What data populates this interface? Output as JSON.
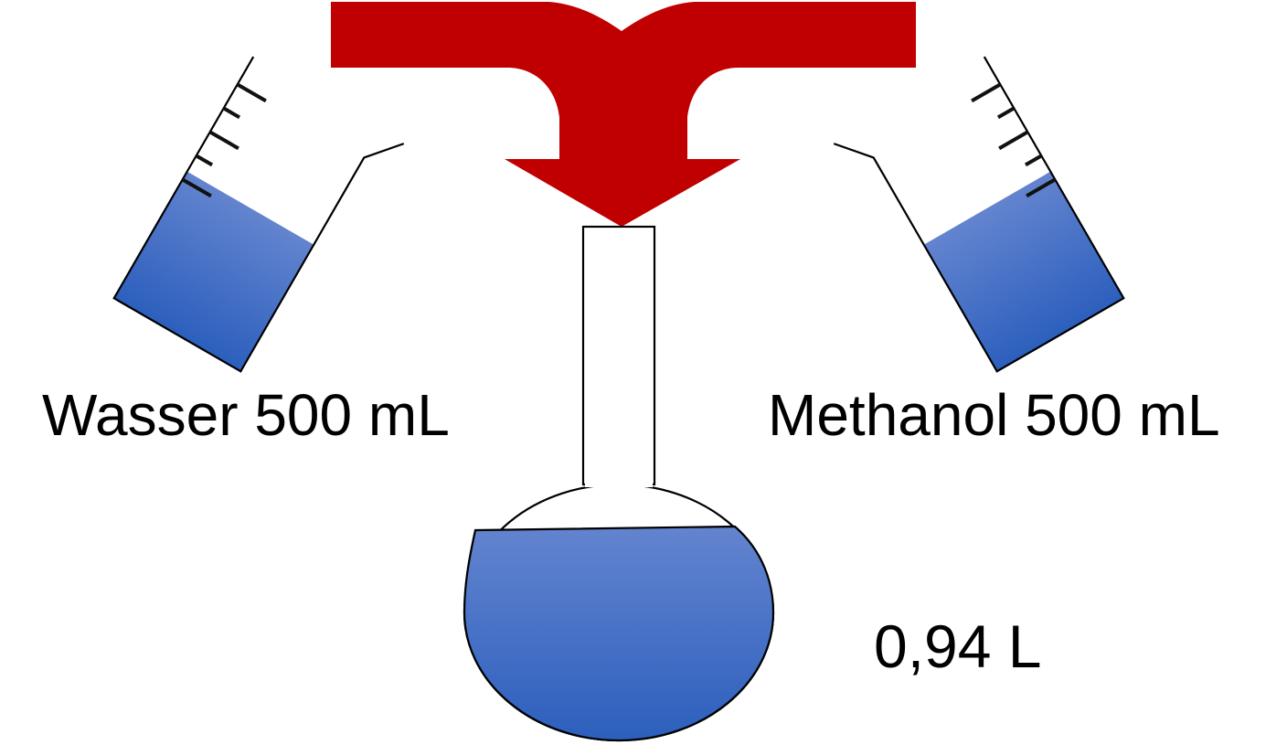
{
  "diagram": {
    "water_label": "Wasser 500 mL",
    "methanol_label": "Methanol 500 mL",
    "result_label": "0,94 L"
  },
  "colors": {
    "arrow": "#c00000",
    "liquid_top": "#6384cf",
    "liquid_bottom": "#2c5fbd",
    "outline": "#000000",
    "background": "#ffffff"
  },
  "icons": {
    "left_beaker": "beaker-icon",
    "right_beaker": "beaker-icon",
    "merge_arrow": "merge-arrow-icon",
    "flask": "volumetric-flask-icon"
  }
}
